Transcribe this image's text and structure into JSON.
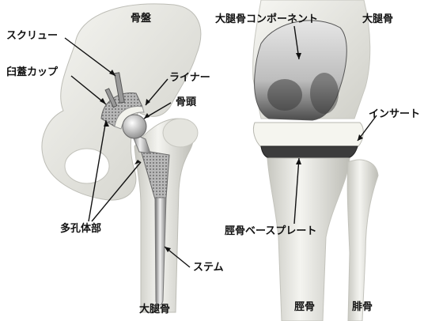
{
  "hip": {
    "pelvis_label": "骨盤",
    "screw_label": "スクリュー",
    "cup_label": "臼蓋カップ",
    "liner_label": "ライナー",
    "head_label": "骨頭",
    "porous_label": "多孔体部",
    "stem_label": "ステム",
    "femur_label": "大腿骨"
  },
  "knee": {
    "femoral_component_label": "大腿骨コンポーネント",
    "femur_label": "大腿骨",
    "insert_label": "インサート",
    "tibial_baseplate_label": "脛骨ベースプレート",
    "tibia_label": "脛骨",
    "fibula_label": "腓骨"
  },
  "colors": {
    "bone": "#e9e9e4",
    "bone_shadow": "#b9b9b2",
    "metal": "#a9a9a9",
    "poly": "#f4f4ee"
  }
}
